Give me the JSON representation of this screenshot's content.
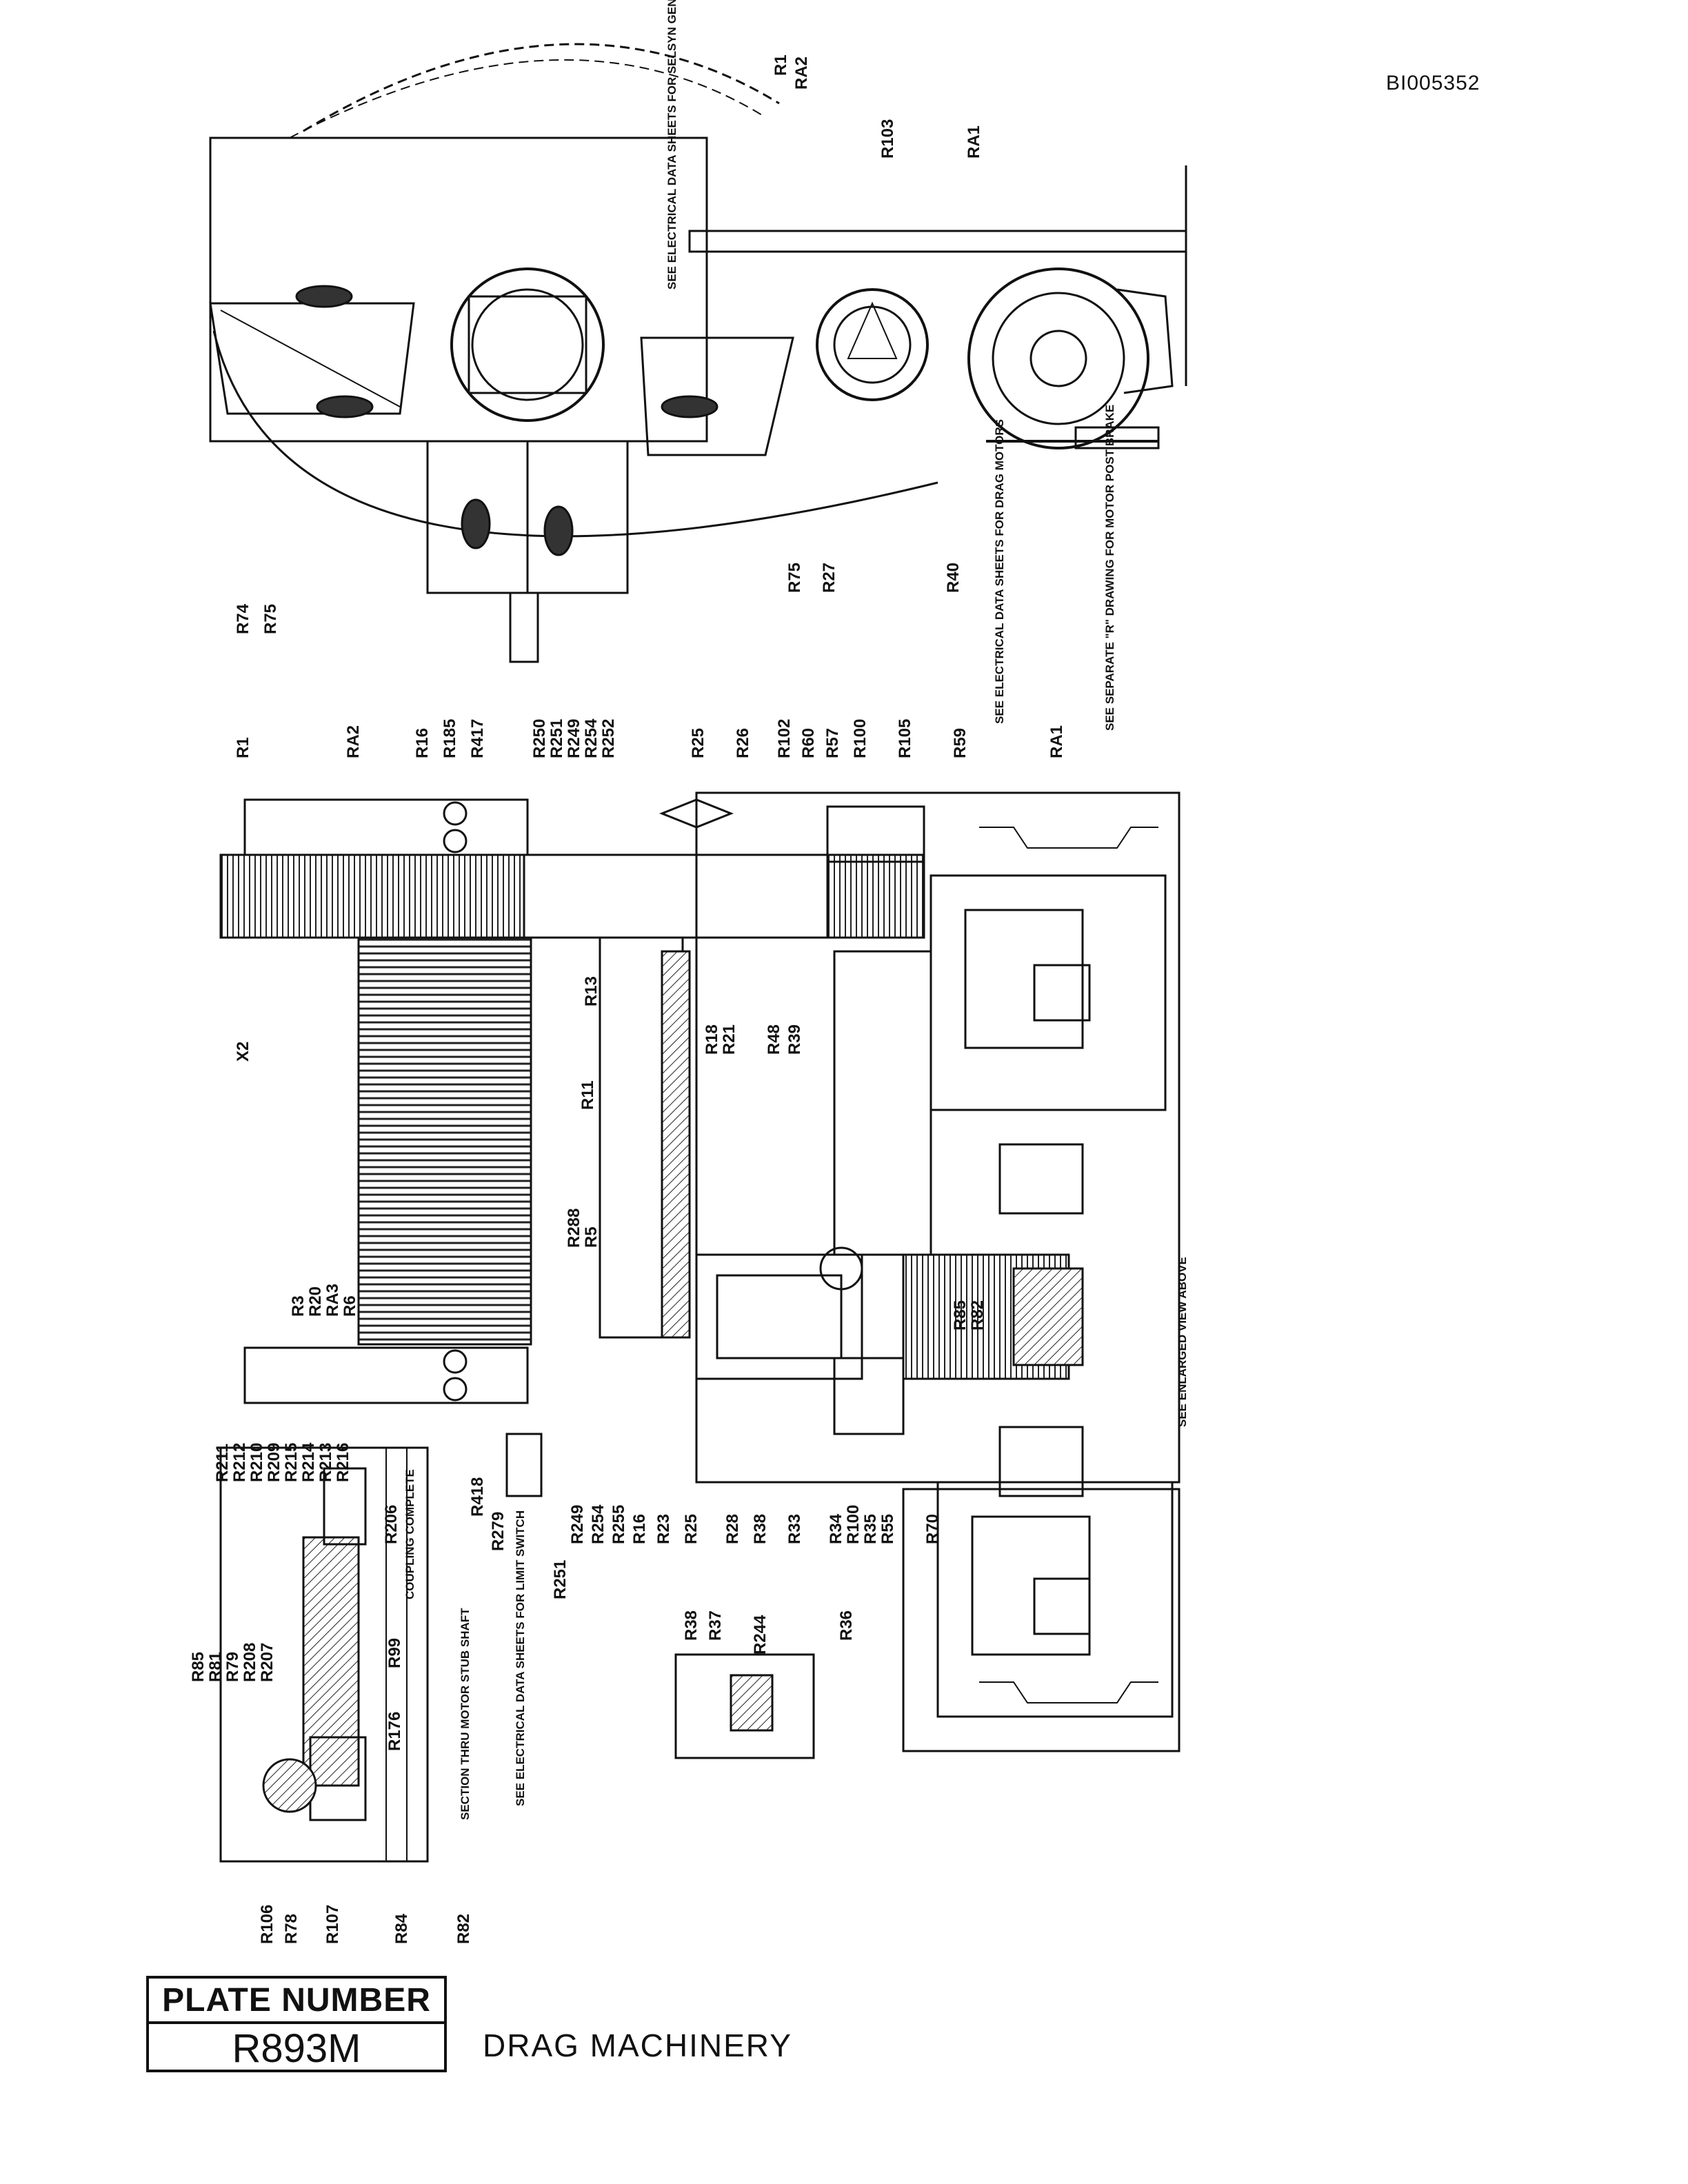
{
  "document": {
    "doc_id": "BI005352",
    "plate_header": "PLATE NUMBER",
    "plate_number": "R893M",
    "plate_title": "DRAG MACHINERY"
  },
  "top_view": {
    "callouts": [
      "R1",
      "RA2",
      "R103",
      "RA1",
      "R74",
      "R75",
      "R75",
      "R27",
      "R40"
    ],
    "notes": {
      "selsyn": "SEE ELECTRICAL DATA SHEETS FOR SELSYN GENERATOR",
      "drag_motors": "SEE ELECTRICAL DATA SHEETS FOR DRAG MOTORS",
      "brake": "SEE SEPARATE \"R\" DRAWING FOR MOTOR POST BRAKE"
    }
  },
  "middle_view": {
    "top_callouts": [
      "R1",
      "RA2",
      "R16",
      "R185",
      "R417",
      "R250",
      "R251",
      "R249",
      "R254",
      "R252",
      "R25",
      "R26",
      "R102",
      "R60",
      "R57",
      "R100",
      "R105",
      "R59",
      "RA1"
    ],
    "inner_callouts": [
      "R13",
      "R11",
      "R18",
      "R21",
      "R48",
      "R39",
      "X2",
      "R288",
      "R5",
      "R3",
      "R20",
      "RA3",
      "R6",
      "R85",
      "R82"
    ],
    "bottom_callouts": [
      "R418",
      "R279",
      "R249",
      "R254",
      "R255",
      "R16",
      "R23",
      "R25",
      "R28",
      "R38",
      "R33",
      "R34",
      "R100",
      "R35",
      "R55",
      "R70",
      "R251"
    ],
    "notes": {
      "enlarged": "SEE ENLARGED VIEW ABOVE",
      "limit_switch": "SEE ELECTRICAL DATA SHEETS FOR LIMIT SWITCH"
    }
  },
  "detail_coupling": {
    "callouts": [
      "R211",
      "R212",
      "R210",
      "R209",
      "R215",
      "R214",
      "R213",
      "R216",
      "R206",
      "R85",
      "R81",
      "R79",
      "R208",
      "R207",
      "R99",
      "R176",
      "R106",
      "R78",
      "R107",
      "R84",
      "R82"
    ],
    "caption_line1": "COUPLING COMPLETE",
    "caption_line2": "SECTION THRU MOTOR STUB SHAFT"
  },
  "detail_small": {
    "callouts": [
      "R38",
      "R37",
      "R244",
      "R36"
    ]
  }
}
